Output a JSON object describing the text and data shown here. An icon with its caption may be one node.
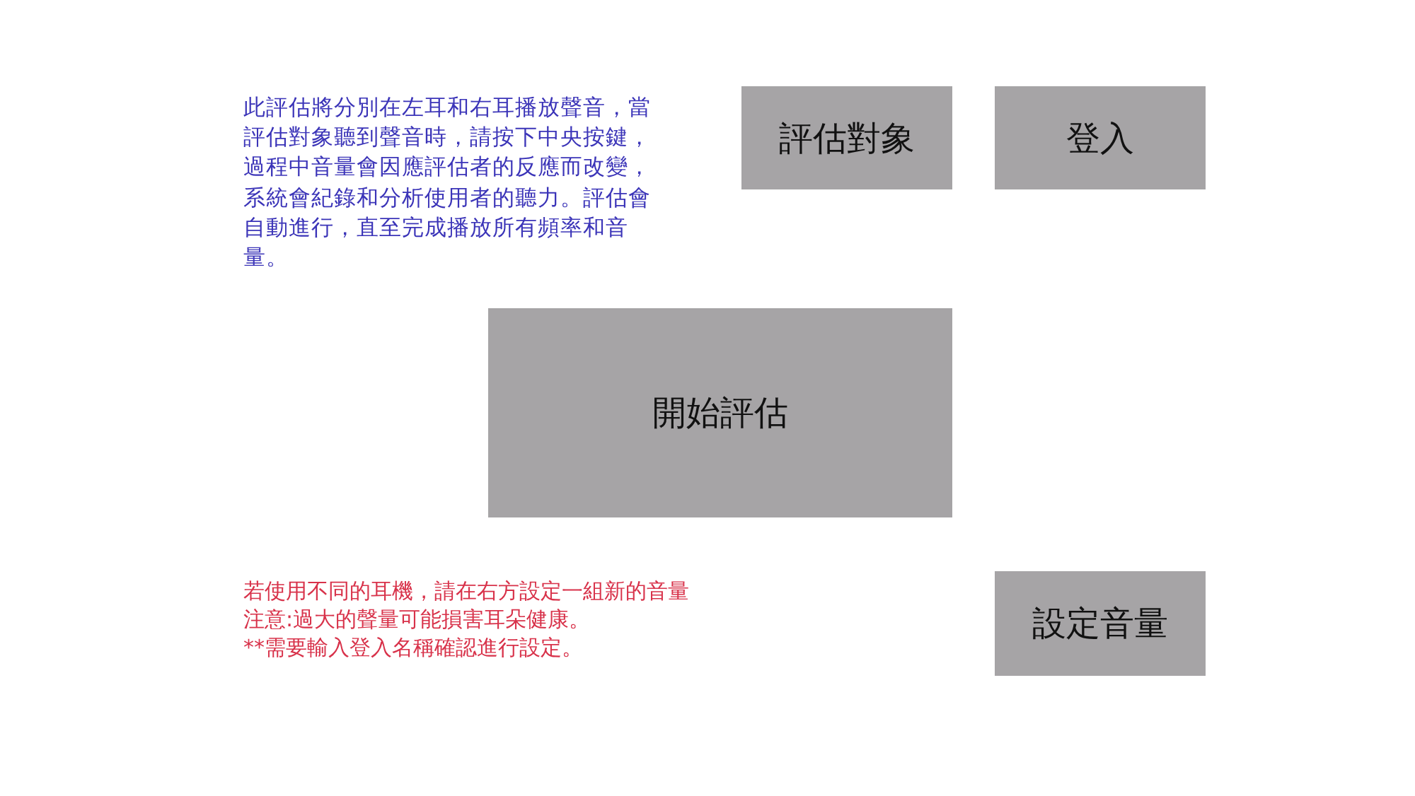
{
  "diagram": {
    "nodes": [
      {
        "text": [
          "評估對象"
        ]
      },
      {
        "text": [
          "登入"
        ]
      },
      {
        "text": [
          "開始評估"
        ]
      },
      {
        "text": [
          "設定音量"
        ]
      }
    ],
    "labels": [
      "此評估將分別在左耳和右耳播放聲音，當評估對象聽到聲音時，請按下中央按鍵，過程中音量會因應評估者的反應而改變，系統會紀錄和分析使用者的聽力。評估會自動進行，直至完成播放所有頻率和音量。",
      "若使用不同的耳機，請在右方設定一組新的音量",
      "注意:過大的聲量可能損害耳朵健康。",
      "**需要輸入登入名稱確認進行設定。"
    ]
  }
}
